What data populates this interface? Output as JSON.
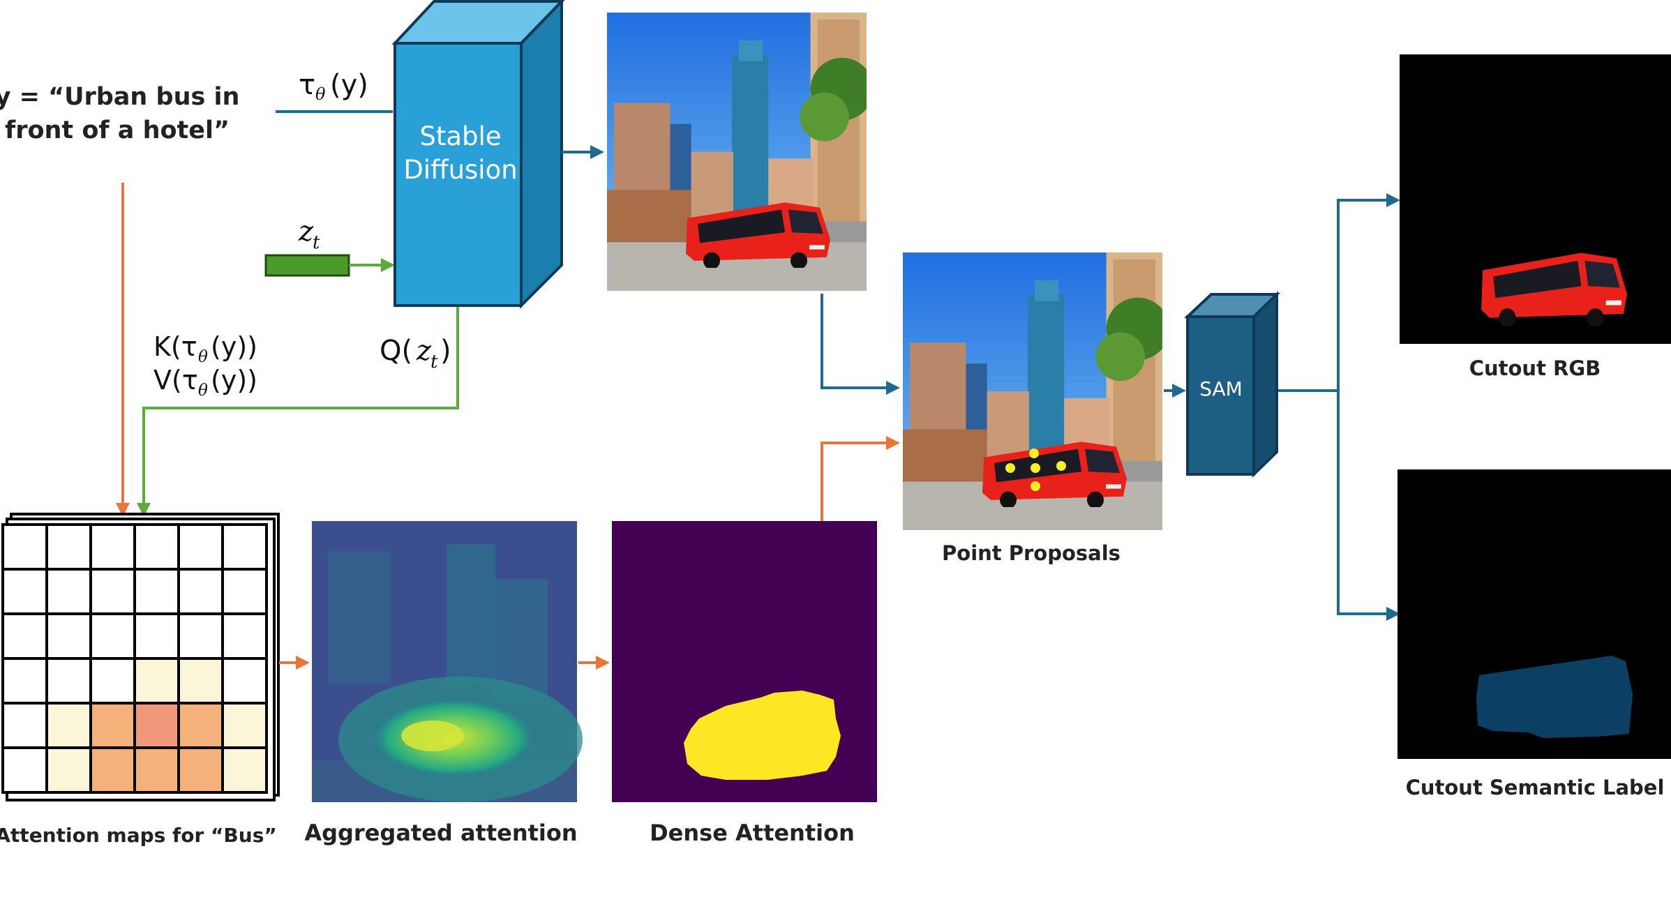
{
  "prompt": {
    "line1": "y = “Urban bus in",
    "line2": "front of a hotel”"
  },
  "tau": {
    "sym": "τ",
    "sub": "θ",
    "arg": "(y)"
  },
  "latent": {
    "sym": "z",
    "sub": "t"
  },
  "kv": {
    "k_pre": "K(τ",
    "k_sub": "θ",
    "k_post": "(y))",
    "v_pre": "V(τ",
    "v_sub": "θ",
    "v_post": "(y))"
  },
  "query": {
    "pre": "Q(",
    "sym": "z",
    "sub": "t",
    "post": ")"
  },
  "stable_diffusion": {
    "line1": "Stable",
    "line2": "Diffusion"
  },
  "sam": {
    "label": "SAM"
  },
  "captions": {
    "attention_maps": "Attention maps for “Bus”",
    "aggregated": "Aggregated attention",
    "dense": "Dense Attention",
    "point_proposals": "Point Proposals",
    "cutout_rgb": "Cutout RGB",
    "cutout_semantic": "Cutout Semantic Label"
  },
  "attention_grid": [
    [
      0,
      0,
      0,
      0,
      0,
      0
    ],
    [
      0,
      0,
      0,
      0,
      0,
      0
    ],
    [
      0,
      0,
      0,
      0,
      0,
      0
    ],
    [
      0,
      0,
      0,
      1,
      1,
      0
    ],
    [
      0,
      1,
      2,
      3,
      2,
      1
    ],
    [
      0,
      1,
      2,
      2,
      2,
      1
    ]
  ],
  "colors": {
    "stable_diffusion": "#2aa0d8",
    "sam": "#1d5f84",
    "blue_arrow": "#1f6a8f",
    "orange_arrow": "#e8763a",
    "green_arrow": "#5aac3c",
    "latent_fill": "#4c9a2a",
    "viridis_bg": "#440154",
    "mask_yellow": "#fde725",
    "bus_red": "#e8221b",
    "semantic_blue": "#0b3f63"
  }
}
